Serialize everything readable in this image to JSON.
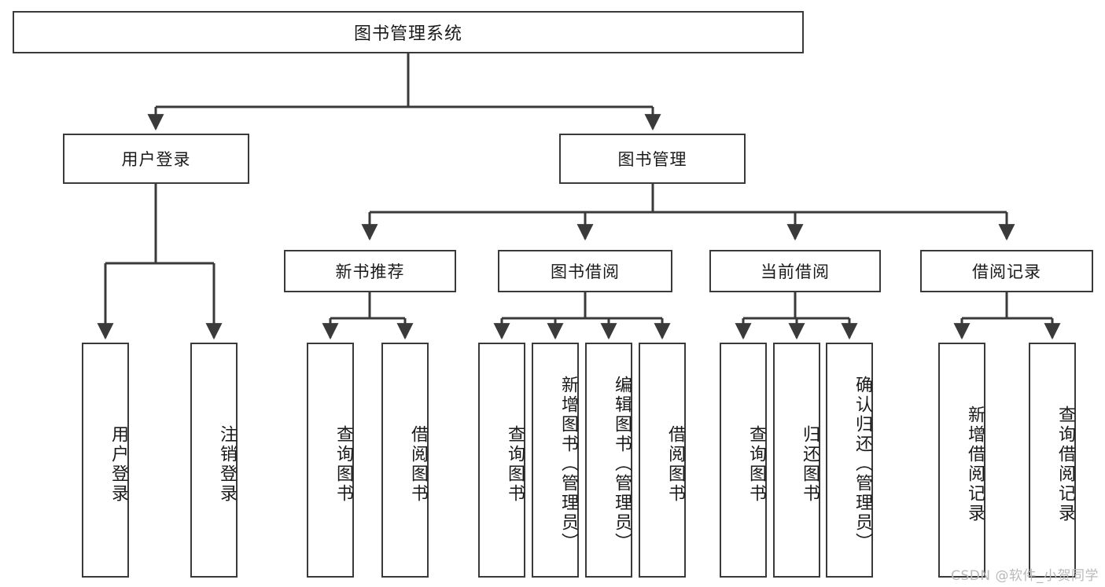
{
  "diagram": {
    "title": "图书管理系统",
    "watermark": "CSDN @软件_小贺同学",
    "colors": {
      "box_border": "#3a3a3a",
      "connector": "#3a3a3a",
      "background": "#ffffff",
      "watermark": "#b9b9b9"
    },
    "levels": {
      "root": {
        "label": "图书管理系统"
      },
      "level2": [
        {
          "label": "用户登录"
        },
        {
          "label": "图书管理"
        }
      ],
      "level3": [
        {
          "label": "新书推荐"
        },
        {
          "label": "图书借阅"
        },
        {
          "label": "当前借阅"
        },
        {
          "label": "借阅记录"
        }
      ],
      "leaves": {
        "user_login": [
          {
            "label": "用户登录"
          },
          {
            "label": "注销登录"
          }
        ],
        "new_book": [
          {
            "label": "查询图书"
          },
          {
            "label": "借阅图书"
          }
        ],
        "book_borrow": [
          {
            "label": "查询图书"
          },
          {
            "label": "新增图书（管理员）"
          },
          {
            "label": "编辑图书（管理员）"
          },
          {
            "label": "借阅图书"
          }
        ],
        "current_borrow": [
          {
            "label": "查询图书"
          },
          {
            "label": "归还图书"
          },
          {
            "label": "确认归还（管理员）"
          }
        ],
        "borrow_record": [
          {
            "label": "新增借阅记录"
          },
          {
            "label": "查询借阅记录"
          }
        ]
      }
    }
  }
}
